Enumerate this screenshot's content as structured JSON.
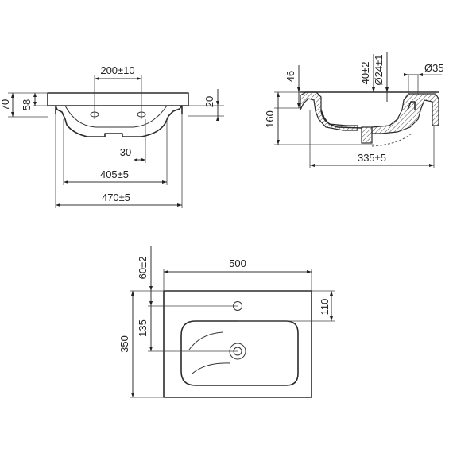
{
  "front_view": {
    "tap_spacing": "200±10",
    "height_total": "70",
    "height_rim": "58",
    "rim_offset": "20",
    "drain_offset": "30",
    "inner_width": "405±5",
    "outer_width": "470±5"
  },
  "section_view": {
    "rim_thickness": "46",
    "overflow_height": "40±2",
    "overflow_diameter": "Ø24±1",
    "tap_hole_diameter": "Ø35",
    "depth": "160",
    "bowl_width": "335±5"
  },
  "top_view": {
    "width": "500",
    "depth": "350",
    "tap_hole_offset": "60±2",
    "drain_offset": "135",
    "tap_hole_from_right": "110"
  }
}
